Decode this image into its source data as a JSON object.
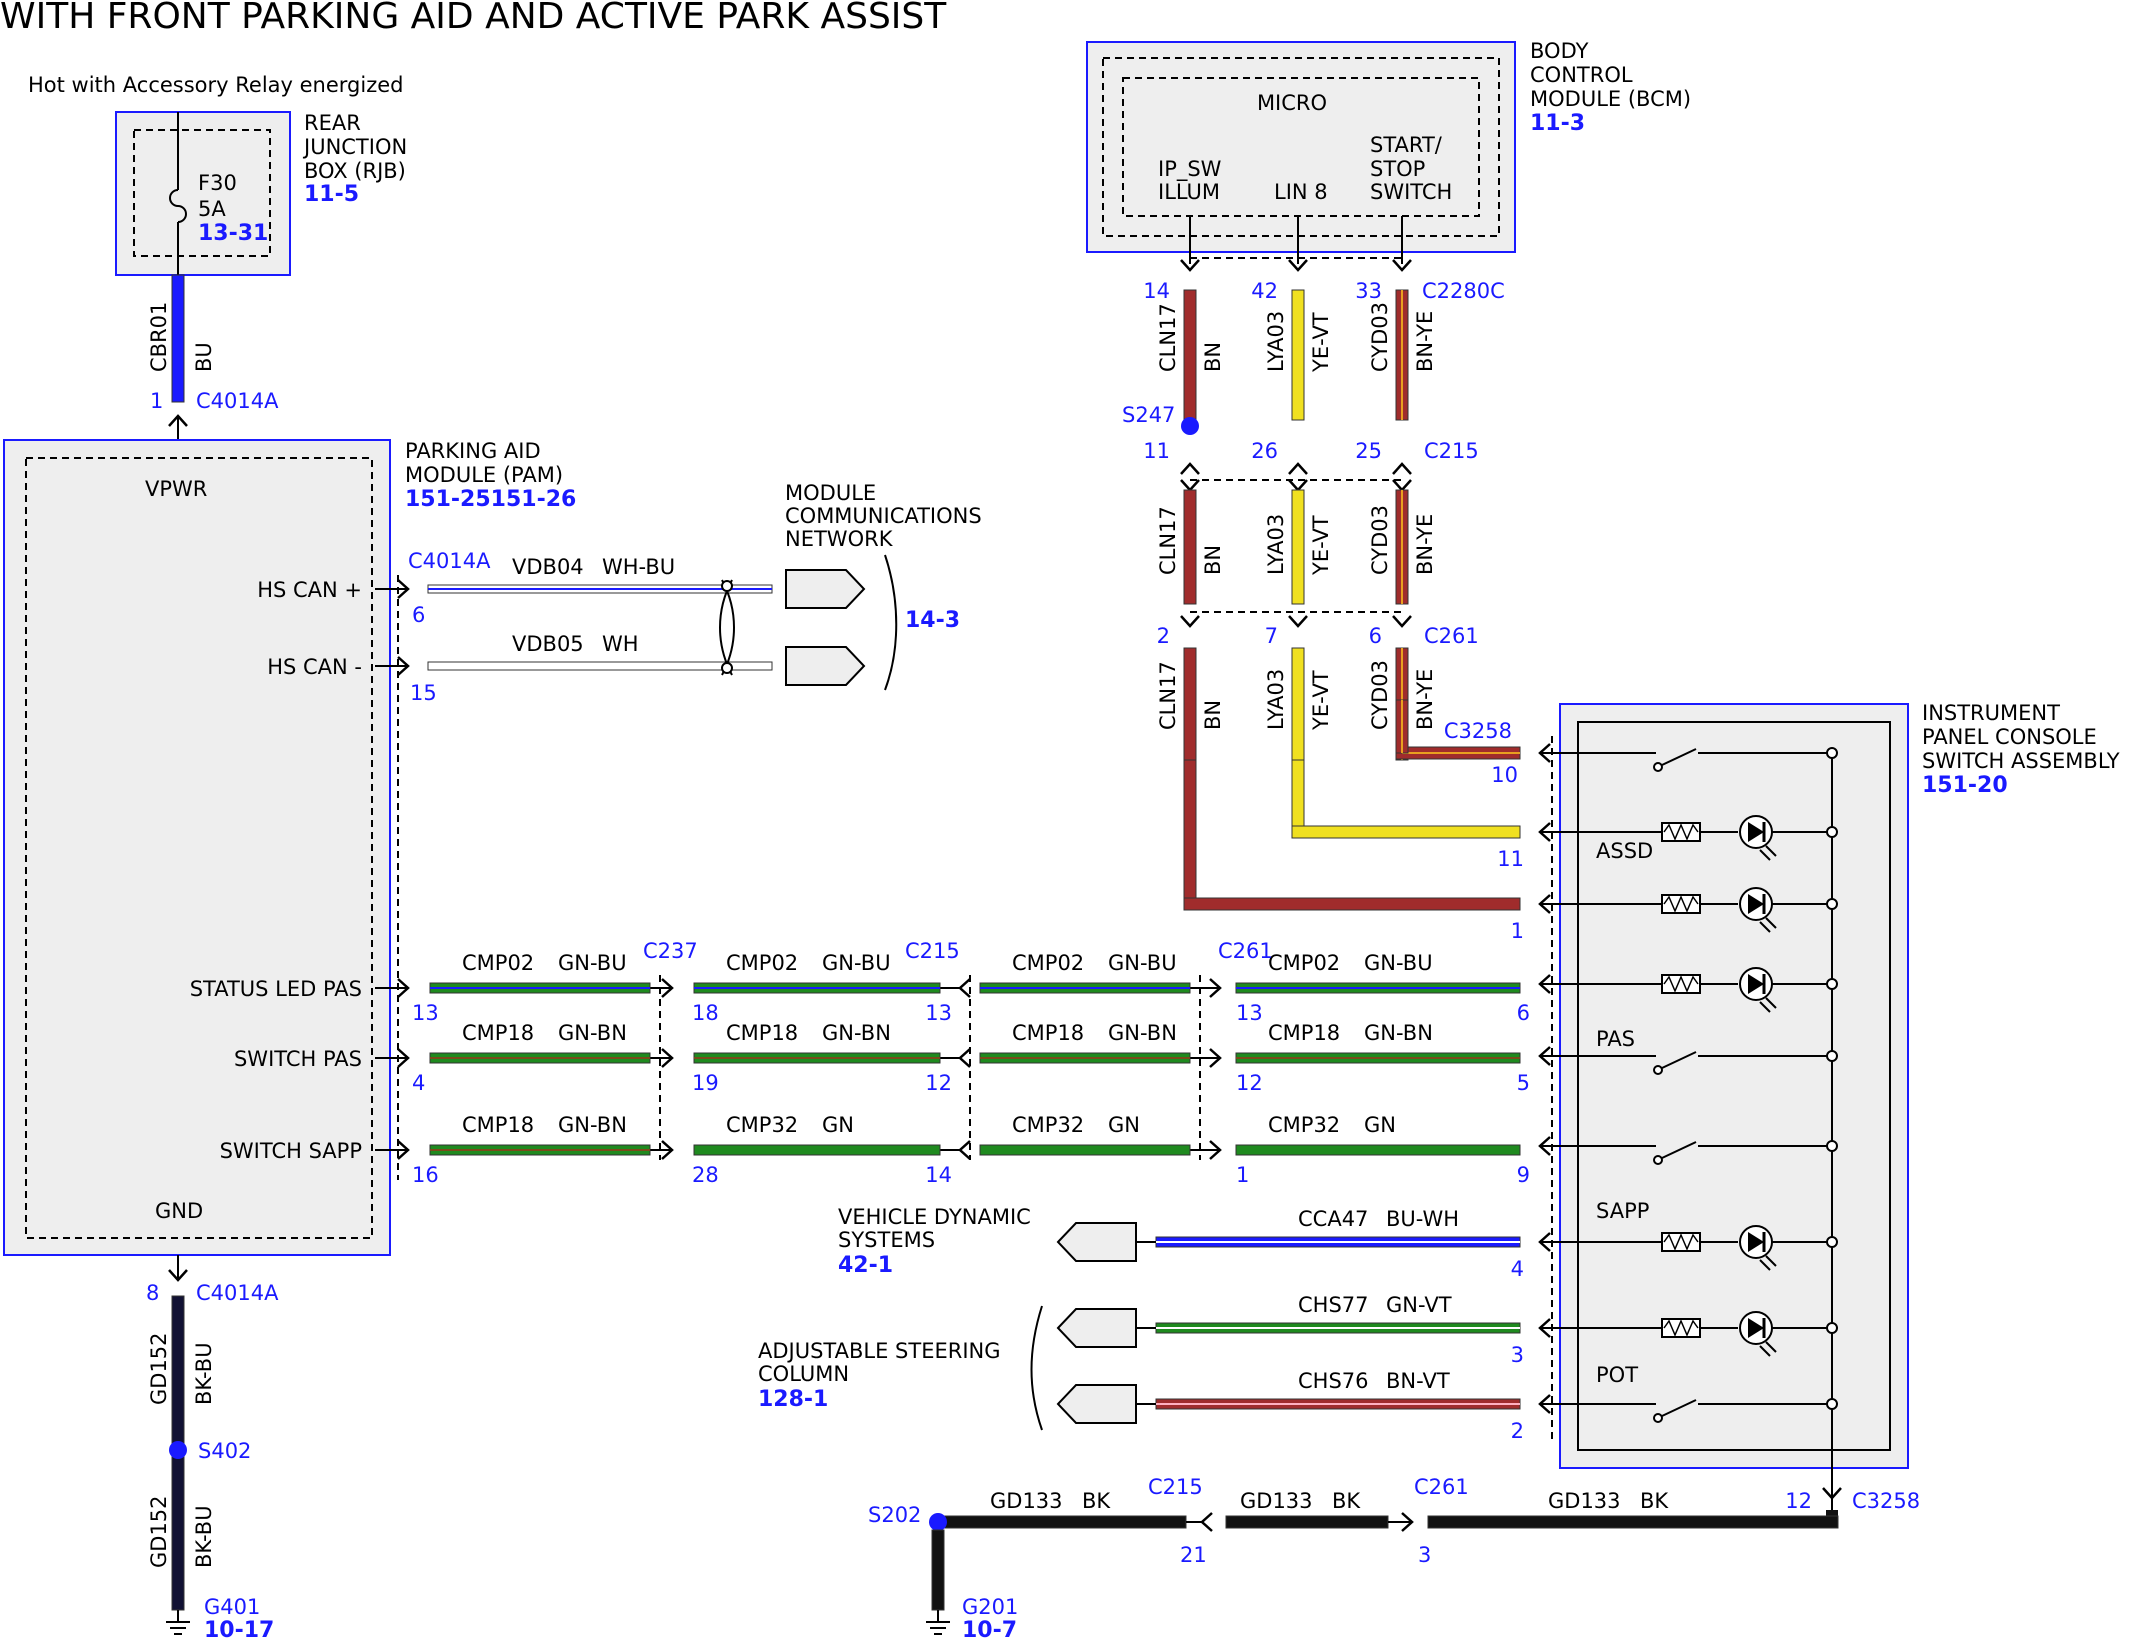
{
  "title": "WITH FRONT PARKING AID AND ACTIVE PARK ASSIST",
  "hot_note": "Hot with Accessory Relay energized",
  "rjb": {
    "name": [
      "REAR",
      "JUNCTION",
      "BOX (RJB)"
    ],
    "ref": "11-5",
    "fuse": "F30",
    "amp": "5A",
    "fuse_ref": "13-31"
  },
  "bcm": {
    "name": [
      "BODY",
      "CONTROL",
      "MODULE (BCM)"
    ],
    "ref": "11-3",
    "micro": "MICRO",
    "pins": [
      [
        "IP_SW",
        "ILLUM"
      ],
      [
        "LIN 8"
      ],
      [
        "START/",
        "STOP",
        "SWITCH"
      ]
    ]
  },
  "pam": {
    "name": [
      "PARKING AID",
      "MODULE (PAM)"
    ],
    "ref": "151-25151-26",
    "vpwr": "VPWR",
    "gnd": "GND",
    "pins": [
      "HS CAN +",
      "HS CAN -",
      "STATUS LED PAS",
      "SWITCH PAS",
      "SWITCH SAPP"
    ]
  },
  "mcn": {
    "name": [
      "MODULE",
      "COMMUNICATIONS",
      "NETWORK"
    ],
    "ref": "14-3"
  },
  "ipc": {
    "name": [
      "INSTRUMENT",
      "PANEL CONSOLE",
      "SWITCH ASSEMBLY"
    ],
    "ref": "151-20",
    "labels": [
      "ASSD",
      "PAS",
      "SAPP",
      "POT"
    ]
  },
  "vds": {
    "name": [
      "VEHICLE DYNAMIC",
      "SYSTEMS"
    ],
    "ref": "42-1"
  },
  "asc": {
    "name": [
      "ADJUSTABLE STEERING",
      "COLUMN"
    ],
    "ref": "128-1"
  },
  "can_wires": [
    {
      "circuit": "VDB04",
      "color": "WH-BU",
      "pin": "6",
      "connector": "C4014A"
    },
    {
      "circuit": "VDB05",
      "color": "WH",
      "pin": "15"
    }
  ],
  "rjb_wire": {
    "circuit": "CBR01",
    "color": "BU",
    "pin": "1",
    "connector": "C4014A"
  },
  "gnd_wire": {
    "circuit": "GD152",
    "color": "BK-BU",
    "pin": "8",
    "connector": "C4014A",
    "splice": "S402",
    "ground": "G401",
    "ground_ref": "10-17"
  },
  "bcm_wires": [
    {
      "circuit": "CLN17",
      "color": "BN",
      "pins": [
        "14",
        "11",
        "2",
        "1"
      ]
    },
    {
      "circuit": "LYA03",
      "color": "YE-VT",
      "pins": [
        "42",
        "26",
        "7",
        "11"
      ]
    },
    {
      "circuit": "CYD03",
      "color": "BN-YE",
      "pins": [
        "33",
        "25",
        "6",
        "10"
      ]
    }
  ],
  "connectors": {
    "c2280c": "C2280C",
    "c215": "C215",
    "c261": "C261",
    "c3258": "C3258",
    "c237": "C237",
    "s247": "S247"
  },
  "pam_rows": [
    {
      "segs": [
        [
          "CMP02",
          "GN-BU"
        ],
        [
          "CMP02",
          "GN-BU"
        ],
        [
          "CMP02",
          "GN-BU"
        ],
        [
          "CMP02",
          "GN-BU"
        ]
      ],
      "pins": [
        "13",
        "18",
        "13",
        "13",
        "6"
      ]
    },
    {
      "segs": [
        [
          "CMP18",
          "GN-BN"
        ],
        [
          "CMP18",
          "GN-BN"
        ],
        [
          "CMP18",
          "GN-BN"
        ],
        [
          "CMP18",
          "GN-BN"
        ]
      ],
      "pins": [
        "4",
        "19",
        "12",
        "12",
        "5"
      ]
    },
    {
      "segs": [
        [
          "CMP18",
          "GN-BN"
        ],
        [
          "CMP32",
          "GN"
        ],
        [
          "CMP32",
          "GN"
        ],
        [
          "CMP32",
          "GN"
        ]
      ],
      "pins": [
        "16",
        "28",
        "14",
        "1",
        "9"
      ]
    }
  ],
  "ext_wires": [
    {
      "circuit": "CCA47",
      "color": "BU-WH",
      "pin": "4"
    },
    {
      "circuit": "CHS77",
      "color": "GN-VT",
      "pin": "3"
    },
    {
      "circuit": "CHS76",
      "color": "BN-VT",
      "pin": "2"
    }
  ],
  "bottom_gnd": {
    "circuit": "GD133",
    "color": "BK",
    "pins": [
      "21",
      "3",
      "12"
    ],
    "splice": "S202",
    "ground": "G201",
    "ground_ref": "10-7"
  },
  "colors": {
    "blue_text": "#1a1aff",
    "bn": "#a02c2c",
    "ye": "#f0e020",
    "gn": "#1f8a1f",
    "bu": "#1a1aff",
    "bk": "#111111"
  }
}
